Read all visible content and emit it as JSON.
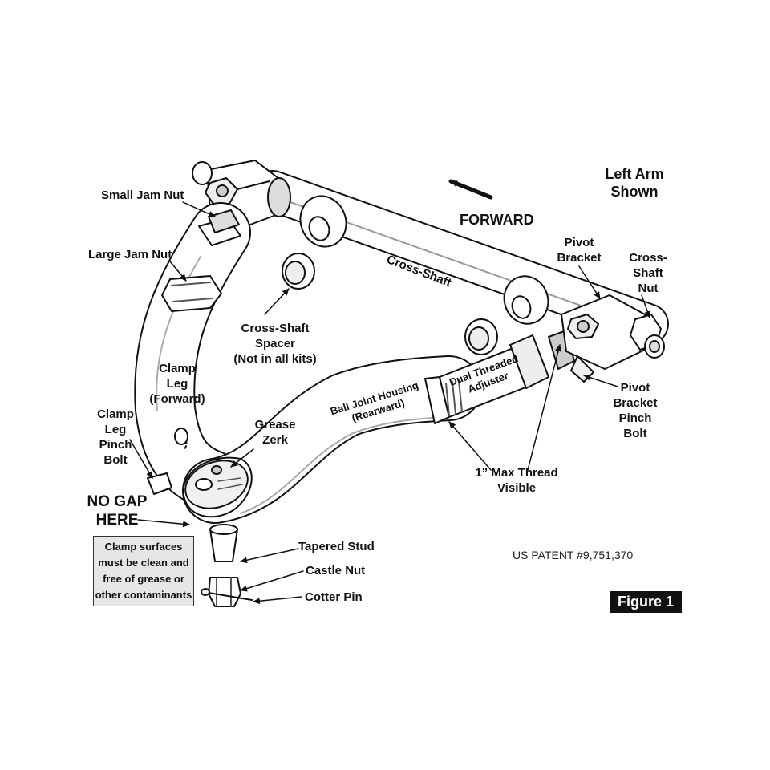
{
  "diagram": {
    "labels": {
      "small_jam_nut": "Small Jam Nut",
      "large_jam_nut": "Large Jam Nut",
      "cross_shaft_spacer": [
        "Cross-Shaft",
        "Spacer",
        "(Not in all kits)"
      ],
      "clamp_leg": [
        "Clamp",
        "Leg",
        "(Forward)"
      ],
      "clamp_leg_pinch_bolt": [
        "Clamp",
        "Leg",
        "Pinch",
        "Bolt"
      ],
      "grease_zerk": [
        "Grease",
        "Zerk"
      ],
      "no_gap_here": [
        "NO GAP",
        "HERE"
      ],
      "clamp_warning": [
        "Clamp surfaces",
        "must be clean and",
        "free of grease or",
        "other contaminants"
      ],
      "tapered_stud": "Tapered Stud",
      "castle_nut": "Castle Nut",
      "cotter_pin": "Cotter Pin",
      "forward": "FORWARD",
      "left_arm_shown": [
        "Left Arm",
        "Shown"
      ],
      "cross_shaft": "Cross-Shaft",
      "pivot_bracket": [
        "Pivot",
        "Bracket"
      ],
      "cross_shaft_nut": [
        "Cross-",
        "Shaft",
        "Nut"
      ],
      "pivot_bracket_pinch_bolt": [
        "Pivot",
        "Bracket",
        "Pinch",
        "Bolt"
      ],
      "ball_joint_housing": [
        "Ball Joint Housing",
        "(Rearward)"
      ],
      "dual_threaded_adjuster": [
        "Dual Threaded",
        "Adjuster"
      ],
      "max_thread_visible": [
        "1” Max Thread",
        "Visible"
      ]
    },
    "patent": "US PATENT #9,751,370",
    "figure_tag": "Figure 1"
  }
}
